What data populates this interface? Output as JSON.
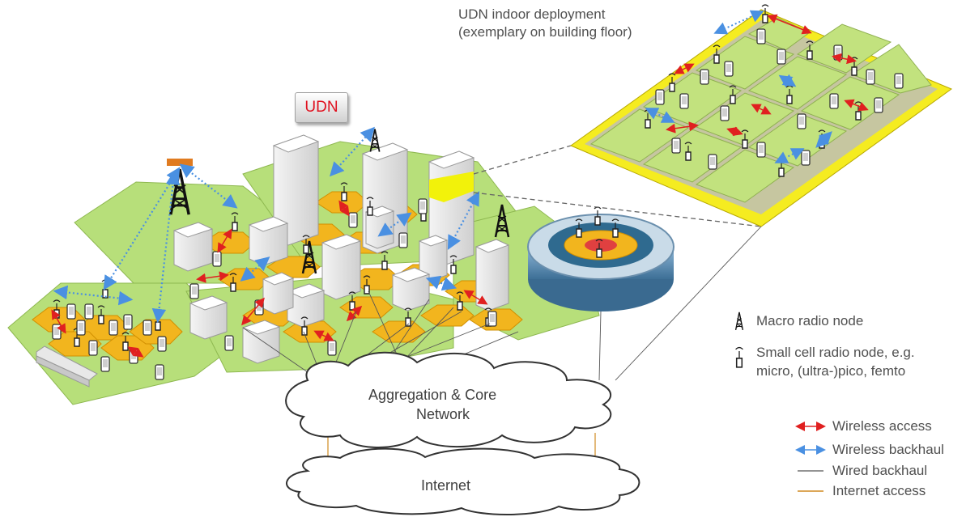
{
  "labels": {
    "indoor_title_line1": "UDN indoor deployment",
    "indoor_title_line2": "(exemplary on building  floor)",
    "udn_badge": "UDN",
    "core_network_line1": "Aggregation & Core",
    "core_network_line2": "Network",
    "internet": "Internet"
  },
  "legend": {
    "macro": "Macro radio node",
    "small_cell_line1": "Small cell radio node, e.g.",
    "small_cell_line2": "micro, (ultra-)pico, femto",
    "wireless_access": "Wireless access",
    "wireless_backhaul": "Wireless backhaul",
    "wired_backhaul": "Wired backhaul",
    "internet_access": "Internet access"
  },
  "colors": {
    "wireless_access": "#e02020",
    "wireless_backhaul": "#4a90e2",
    "wired_backhaul": "#555555",
    "internet_access": "#d08a20",
    "macro_cell": "#b7df7a",
    "small_cell": "#f2b51e",
    "floor_frame": "#f5ec20"
  }
}
